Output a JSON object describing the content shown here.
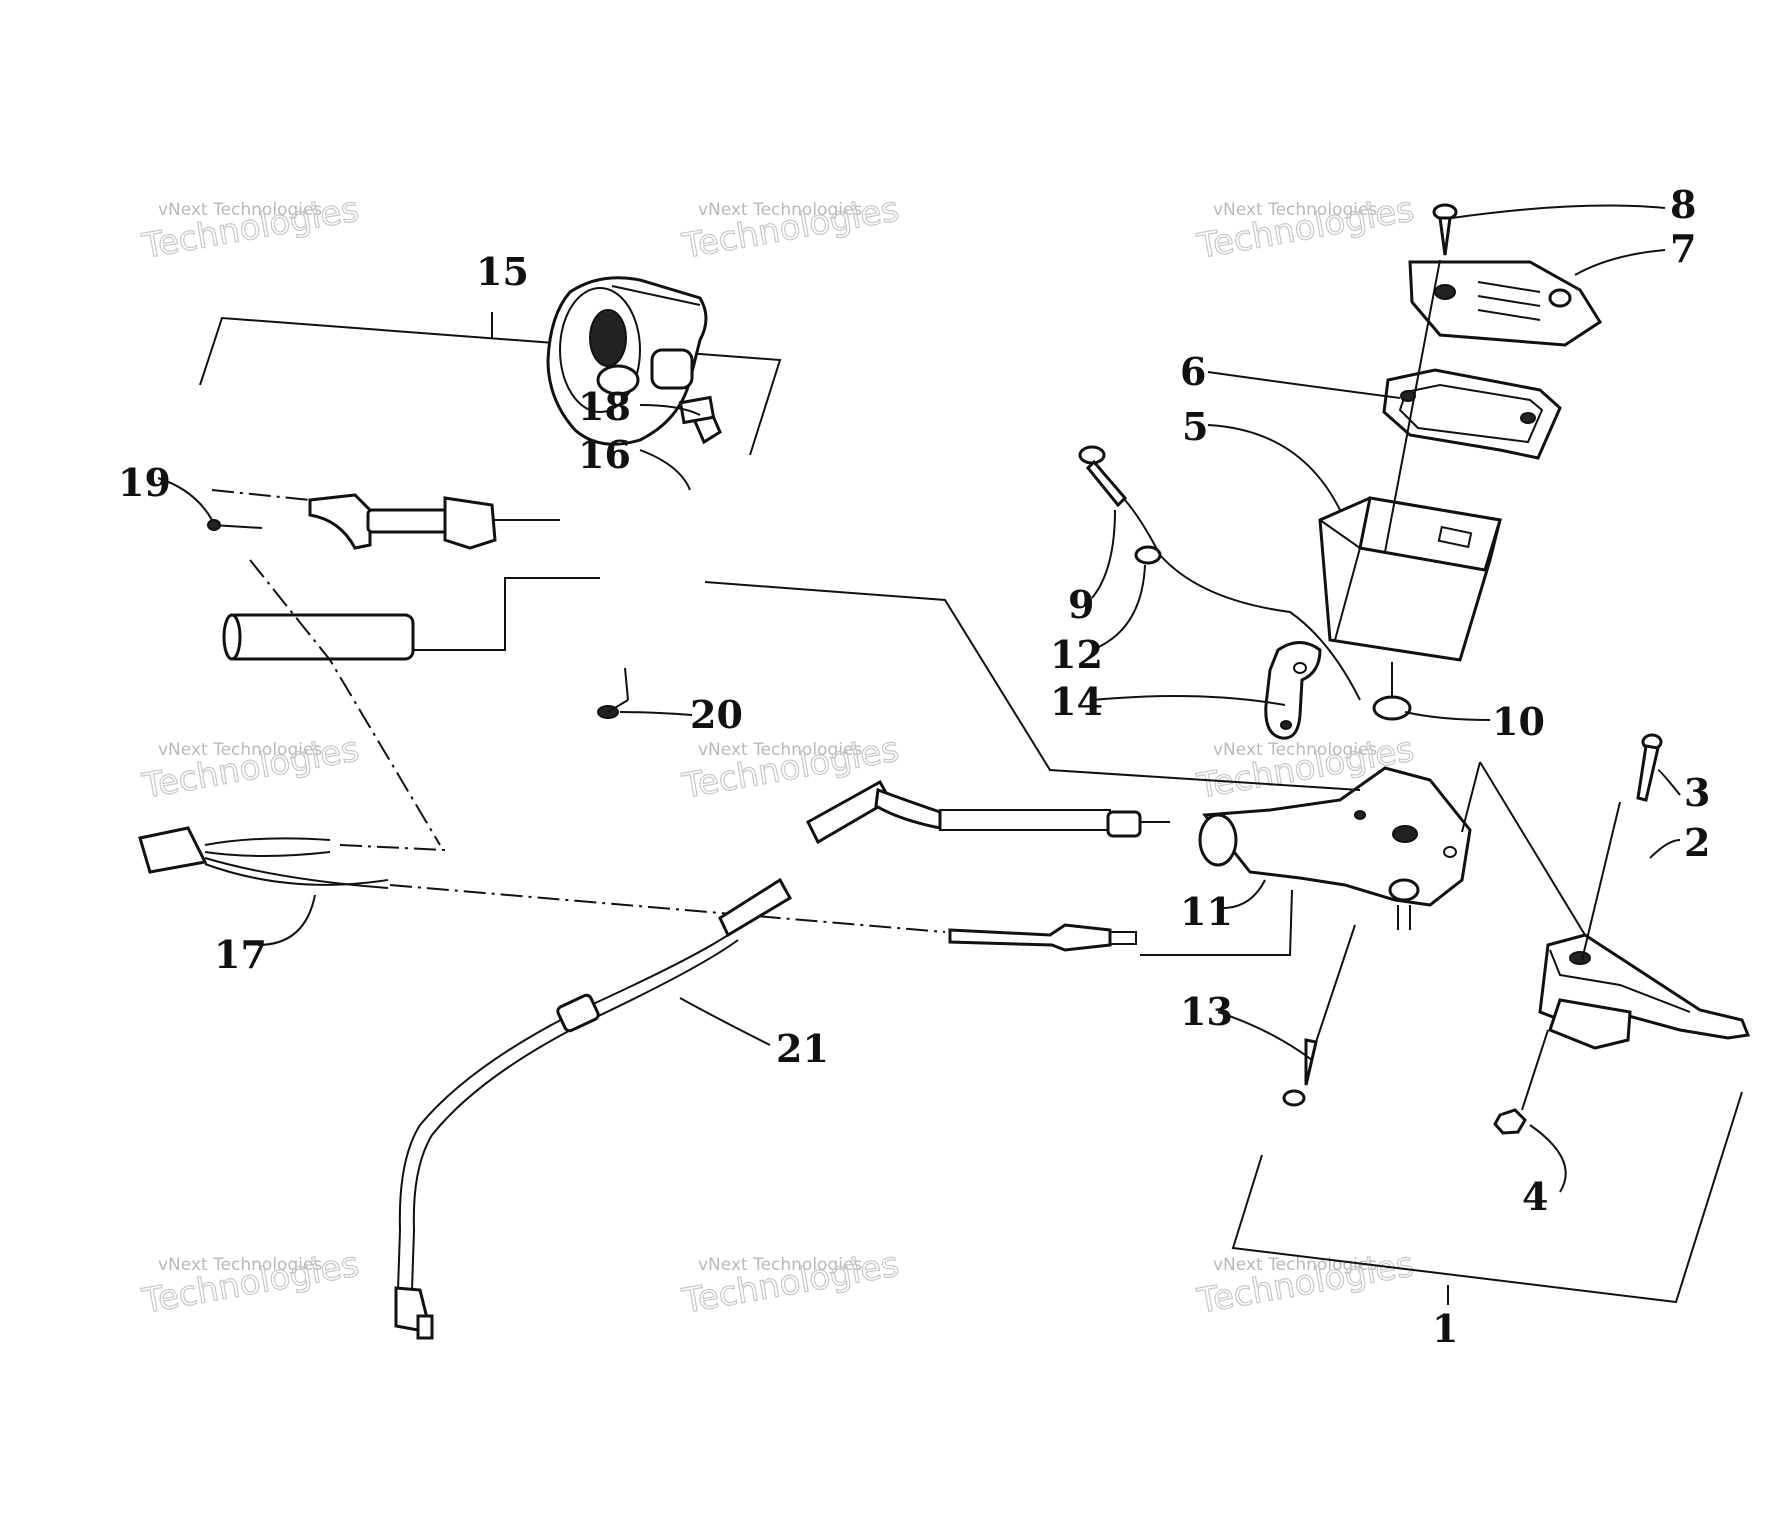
{
  "callouts": {
    "c1": "1",
    "c2": "2",
    "c3": "3",
    "c4": "4",
    "c5": "5",
    "c6": "6",
    "c7": "7",
    "c8": "8",
    "c9": "9",
    "c10": "10",
    "c11": "11",
    "c12": "12",
    "c13": "13",
    "c14": "14",
    "c15": "15",
    "c16": "16",
    "c17": "17",
    "c18": "18",
    "c19": "19",
    "c20": "20",
    "c21": "21"
  },
  "watermark": {
    "brand": "vNext",
    "small_text": "vNext Technologies",
    "large_text": "Technologies"
  }
}
